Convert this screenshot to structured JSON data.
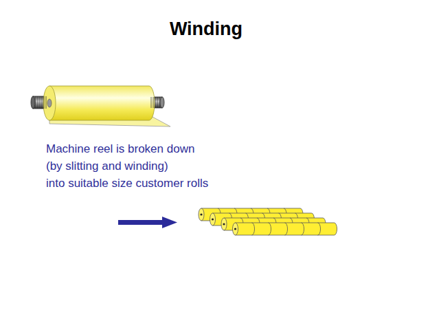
{
  "diagram": {
    "title": "Winding",
    "labels": [
      "Machine reel is broken down",
      "(by slitting and winding)",
      "into suitable size customer rolls"
    ]
  }
}
